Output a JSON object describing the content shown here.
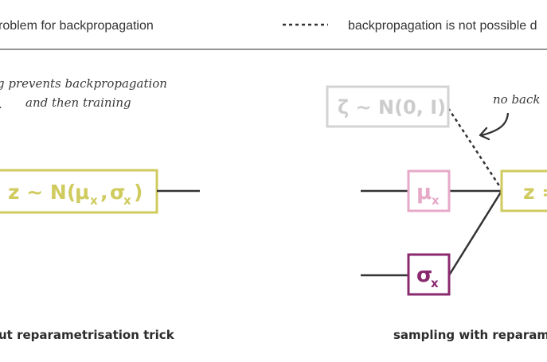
{
  "legend": {
    "solid_label": "roblem for backpropagation",
    "dotted_label": "backpropagation is not possible d"
  },
  "left_panel": {
    "note_line1": "g prevents backpropagation",
    "note_line2": "and then training",
    "note_mark": "·",
    "box_main": "z ~ N(",
    "box_mu": "μ",
    "box_mu_sub": "x",
    "box_comma": ",",
    "box_sigma": "σ",
    "box_sigma_sub": "x",
    "box_close": ")",
    "caption": "ut reparametrisation trick"
  },
  "right_panel": {
    "zeta_label": "ζ ~ N(0, I)",
    "note": "no back",
    "mu_label": "μ",
    "mu_sub": "x",
    "sigma_label": "σ",
    "sigma_sub": "x",
    "z_label": "z =",
    "caption": "sampling with  reparame"
  },
  "colors": {
    "olive": "#cfcb5e",
    "pink": "#e6a9c8",
    "purple": "#8a2a6e",
    "grey_box": "#d3d3d3",
    "line": "#333333"
  }
}
